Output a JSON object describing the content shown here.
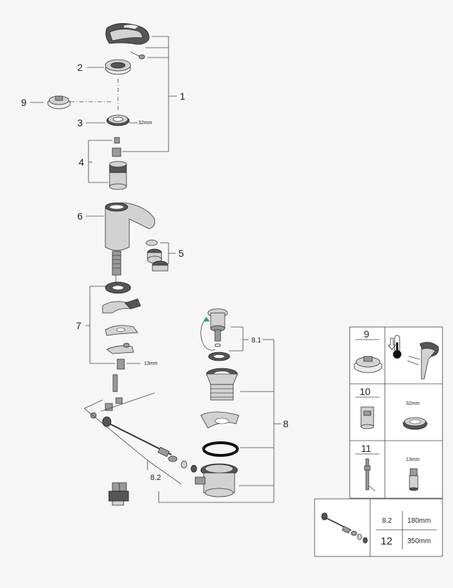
{
  "callouts": {
    "c1": "1",
    "c2": "2",
    "c3": "3",
    "c4": "4",
    "c5": "5",
    "c6": "6",
    "c7": "7",
    "c8": "8",
    "c81": "8.1",
    "c82": "8.2",
    "c9": "9"
  },
  "dimensions": {
    "nut_size": "32mm",
    "fitting_size": "13mm"
  },
  "legend": {
    "r9_label": "9",
    "r10_label": "10",
    "r10_size": "32mm",
    "r11_label": "11",
    "r11_size": "13mm",
    "rod_table": [
      {
        "part": "8.2",
        "length": "180mm"
      },
      {
        "part": "12",
        "length": "350mm"
      }
    ]
  }
}
